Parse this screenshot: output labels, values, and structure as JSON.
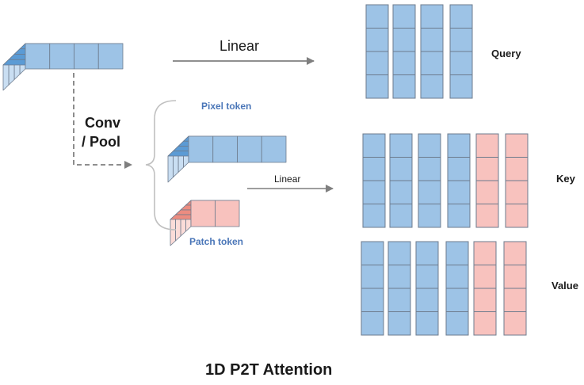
{
  "labels": {
    "linear_top": "Linear",
    "linear_mid": "Linear",
    "conv_pool_line1": "Conv",
    "conv_pool_line2": "/ Pool",
    "pixel_token": "Pixel token",
    "patch_token": "Patch token",
    "query": "Query",
    "key": "Key",
    "value": "Value",
    "title": "1D  P2T Attention"
  },
  "colors": {
    "blue_face": "#9dc3e6",
    "blue_top": "#5b9bd5",
    "blue_side": "#c9def2",
    "pink_face": "#f8c2be",
    "pink_top": "#ec8c80",
    "pink_side": "#fbdcd8",
    "stroke": "#6d7b8d",
    "arrow": "#7f7f7f",
    "brace": "#c0c0c0"
  },
  "token_columns": {
    "query": [
      "pixel",
      "pixel",
      "pixel",
      "pixel"
    ],
    "key": [
      "pixel",
      "pixel",
      "pixel",
      "pixel",
      "patch",
      "patch"
    ],
    "value": [
      "pixel",
      "pixel",
      "pixel",
      "pixel",
      "patch",
      "patch"
    ]
  }
}
